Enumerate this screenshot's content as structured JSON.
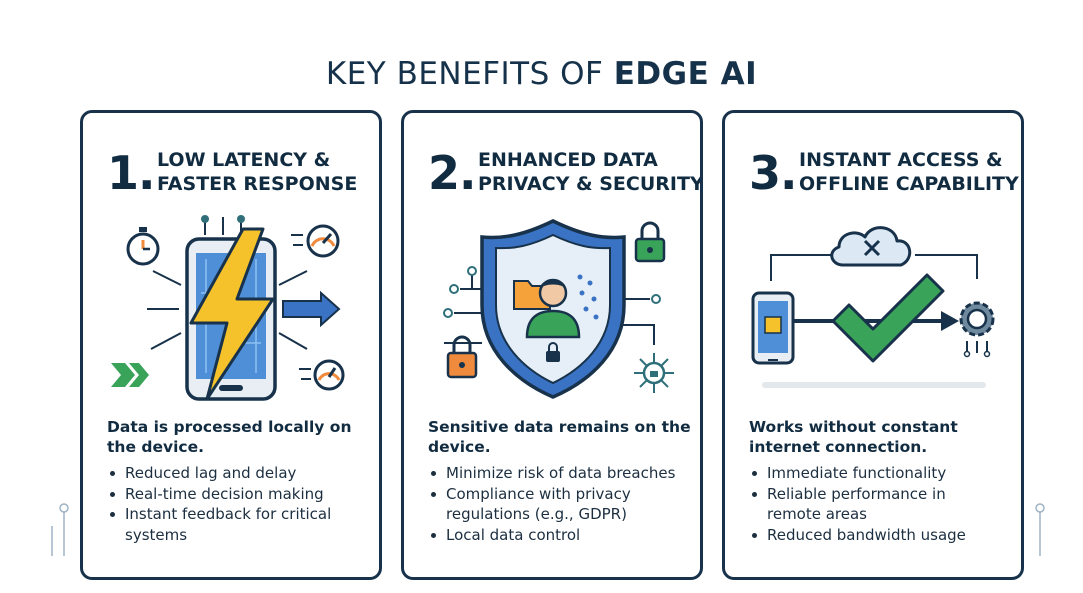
{
  "title": {
    "prefix": "KEY BENEFITS OF ",
    "emphasis": "EDGE AI"
  },
  "cards": [
    {
      "number": "1.",
      "heading": [
        "LOW LATENCY &",
        "FASTER RESPONSE"
      ],
      "lead": [
        "Data is processed locally on",
        "the device."
      ],
      "bullets": [
        [
          "Reduced lag and delay"
        ],
        [
          "Real-time decision making"
        ],
        [
          "Instant feedback for critical",
          "systems"
        ]
      ],
      "icons": [
        "stopwatch-icon",
        "smartphone-icon",
        "lightning-bolt-icon",
        "speedometer-icon",
        "arrow-right-icon",
        "chevron-right-icon"
      ]
    },
    {
      "number": "2.",
      "heading": [
        "ENHANCED DATA",
        "PRIVACY & SECURITY"
      ],
      "lead": [
        "Sensitive data remains on the",
        "device."
      ],
      "bullets": [
        [
          "Minimize risk of data breaches"
        ],
        [
          "Compliance with privacy",
          "regulations (e.g., GDPR)"
        ],
        [
          "Local data control"
        ]
      ],
      "icons": [
        "shield-icon",
        "user-icon",
        "folder-icon",
        "padlock-icon",
        "network-node-icon"
      ]
    },
    {
      "number": "3.",
      "heading": [
        "INSTANT ACCESS &",
        "OFFLINE CAPABILITY"
      ],
      "lead": [
        "Works without constant",
        "internet connection."
      ],
      "bullets": [
        [
          "Immediate functionality"
        ],
        [
          "Reliable performance in",
          "remote areas"
        ],
        [
          "Reduced bandwidth usage"
        ]
      ],
      "icons": [
        "cloud-offline-icon",
        "smartphone-chip-icon",
        "checkmark-icon",
        "gear-icon",
        "arrow-right-icon"
      ]
    }
  ],
  "colors": {
    "navy": "#17324a",
    "blue": "#3a72c4",
    "yellow": "#f6c22b",
    "orange": "#f08a3c",
    "green": "#3aa35a",
    "teal": "#2e6f7a"
  }
}
